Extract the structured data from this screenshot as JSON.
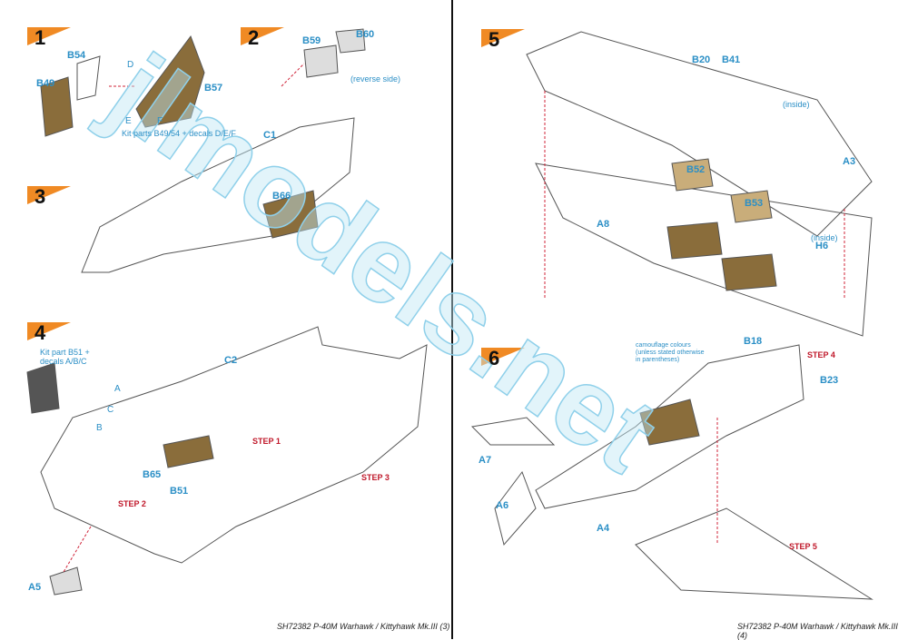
{
  "steps": [
    "1",
    "2",
    "3",
    "4",
    "5",
    "6"
  ],
  "labels": {
    "s1": {
      "b54": "B54",
      "b49": "B49",
      "d": "D",
      "e": "E",
      "f": "F",
      "b57": "B57",
      "note": "Kit parts B49/54 + decals D/E/F"
    },
    "s2": {
      "b59": "B59",
      "b60": "B60",
      "note": "(reverse side)"
    },
    "s3": {
      "c1": "C1",
      "b66": "B66"
    },
    "s4": {
      "note1": "Kit part B51 +",
      "note2": "decals A/B/C",
      "a": "A",
      "b": "B",
      "c": "C",
      "c2": "C2",
      "b65": "B65",
      "b51": "B51",
      "a5": "A5",
      "step1": "STEP 1",
      "step2": "STEP 2",
      "step3": "STEP 3"
    },
    "s5": {
      "b20": "B20",
      "b41": "B41",
      "inside1": "(inside)",
      "a3": "A3",
      "b52": "B52",
      "b53": "B53",
      "a8": "A8",
      "inside2": "(inside)",
      "h6": "H6"
    },
    "s6": {
      "b18": "B18",
      "step4": "STEP 4",
      "b23": "B23",
      "note": "camouflage colours (unless stated otherwise in parentheses)",
      "a7": "A7",
      "a6": "A6",
      "a4": "A4",
      "step5": "STEP 5"
    }
  },
  "footer": {
    "left": "SH72382  P-40M Warhawk / Kittyhawk Mk.III",
    "left_page": "3",
    "right": "SH72382  P-40M Warhawk / Kittyhawk Mk.III",
    "right_page": "4"
  },
  "watermark": "jlmodels.net",
  "colors": {
    "step_badge": "#f08a24",
    "label": "#2b8fc6",
    "step_ref": "#c0182a",
    "part_fill": "#8a6d3b"
  }
}
